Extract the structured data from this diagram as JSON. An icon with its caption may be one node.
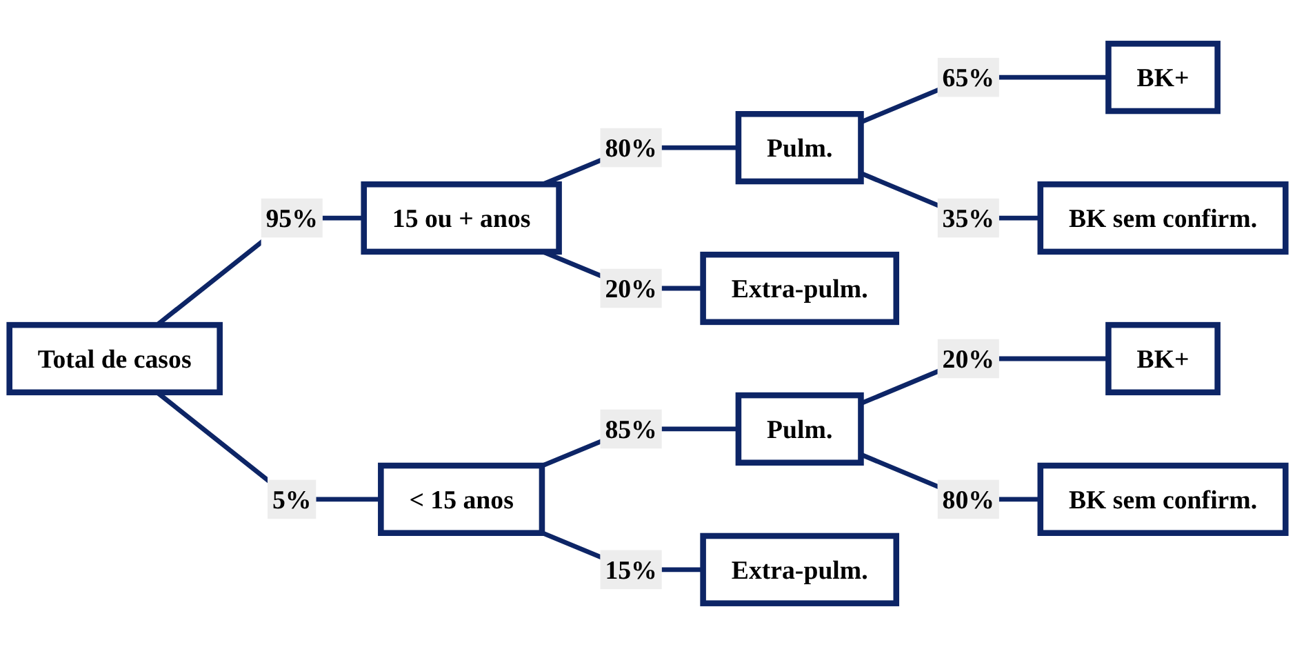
{
  "diagram": {
    "nodes": [
      {
        "text": [
          "Total de casos"
        ]
      },
      {
        "text": [
          "15 ou + anos"
        ]
      },
      {
        "text": [
          "< 15 anos"
        ]
      },
      {
        "text": [
          "Pulm."
        ]
      },
      {
        "text": [
          "Extra-pulm."
        ]
      },
      {
        "text": [
          "BK+"
        ]
      },
      {
        "text": [
          "BK sem confirm."
        ]
      },
      {
        "text": [
          "Pulm."
        ]
      },
      {
        "text": [
          "Extra-pulm."
        ]
      },
      {
        "text": [
          "BK+"
        ]
      },
      {
        "text": [
          "BK sem confirm."
        ]
      }
    ],
    "edges": [
      {
        "from": 0,
        "to": 1,
        "arrow": "none",
        "label": "95%"
      },
      {
        "from": 0,
        "to": 2,
        "arrow": "none",
        "label": "5%"
      },
      {
        "from": 1,
        "to": 3,
        "arrow": "none",
        "label": "80%"
      },
      {
        "from": 1,
        "to": 4,
        "arrow": "none",
        "label": "20%"
      },
      {
        "from": 3,
        "to": 5,
        "arrow": "none",
        "label": "65%"
      },
      {
        "from": 3,
        "to": 6,
        "arrow": "none",
        "label": "35%"
      },
      {
        "from": 2,
        "to": 7,
        "arrow": "none",
        "label": "85%"
      },
      {
        "from": 2,
        "to": 8,
        "arrow": "none",
        "label": "15%"
      },
      {
        "from": 7,
        "to": 9,
        "arrow": "none",
        "label": "20%"
      },
      {
        "from": 7,
        "to": 10,
        "arrow": "none",
        "label": "80%"
      }
    ]
  }
}
